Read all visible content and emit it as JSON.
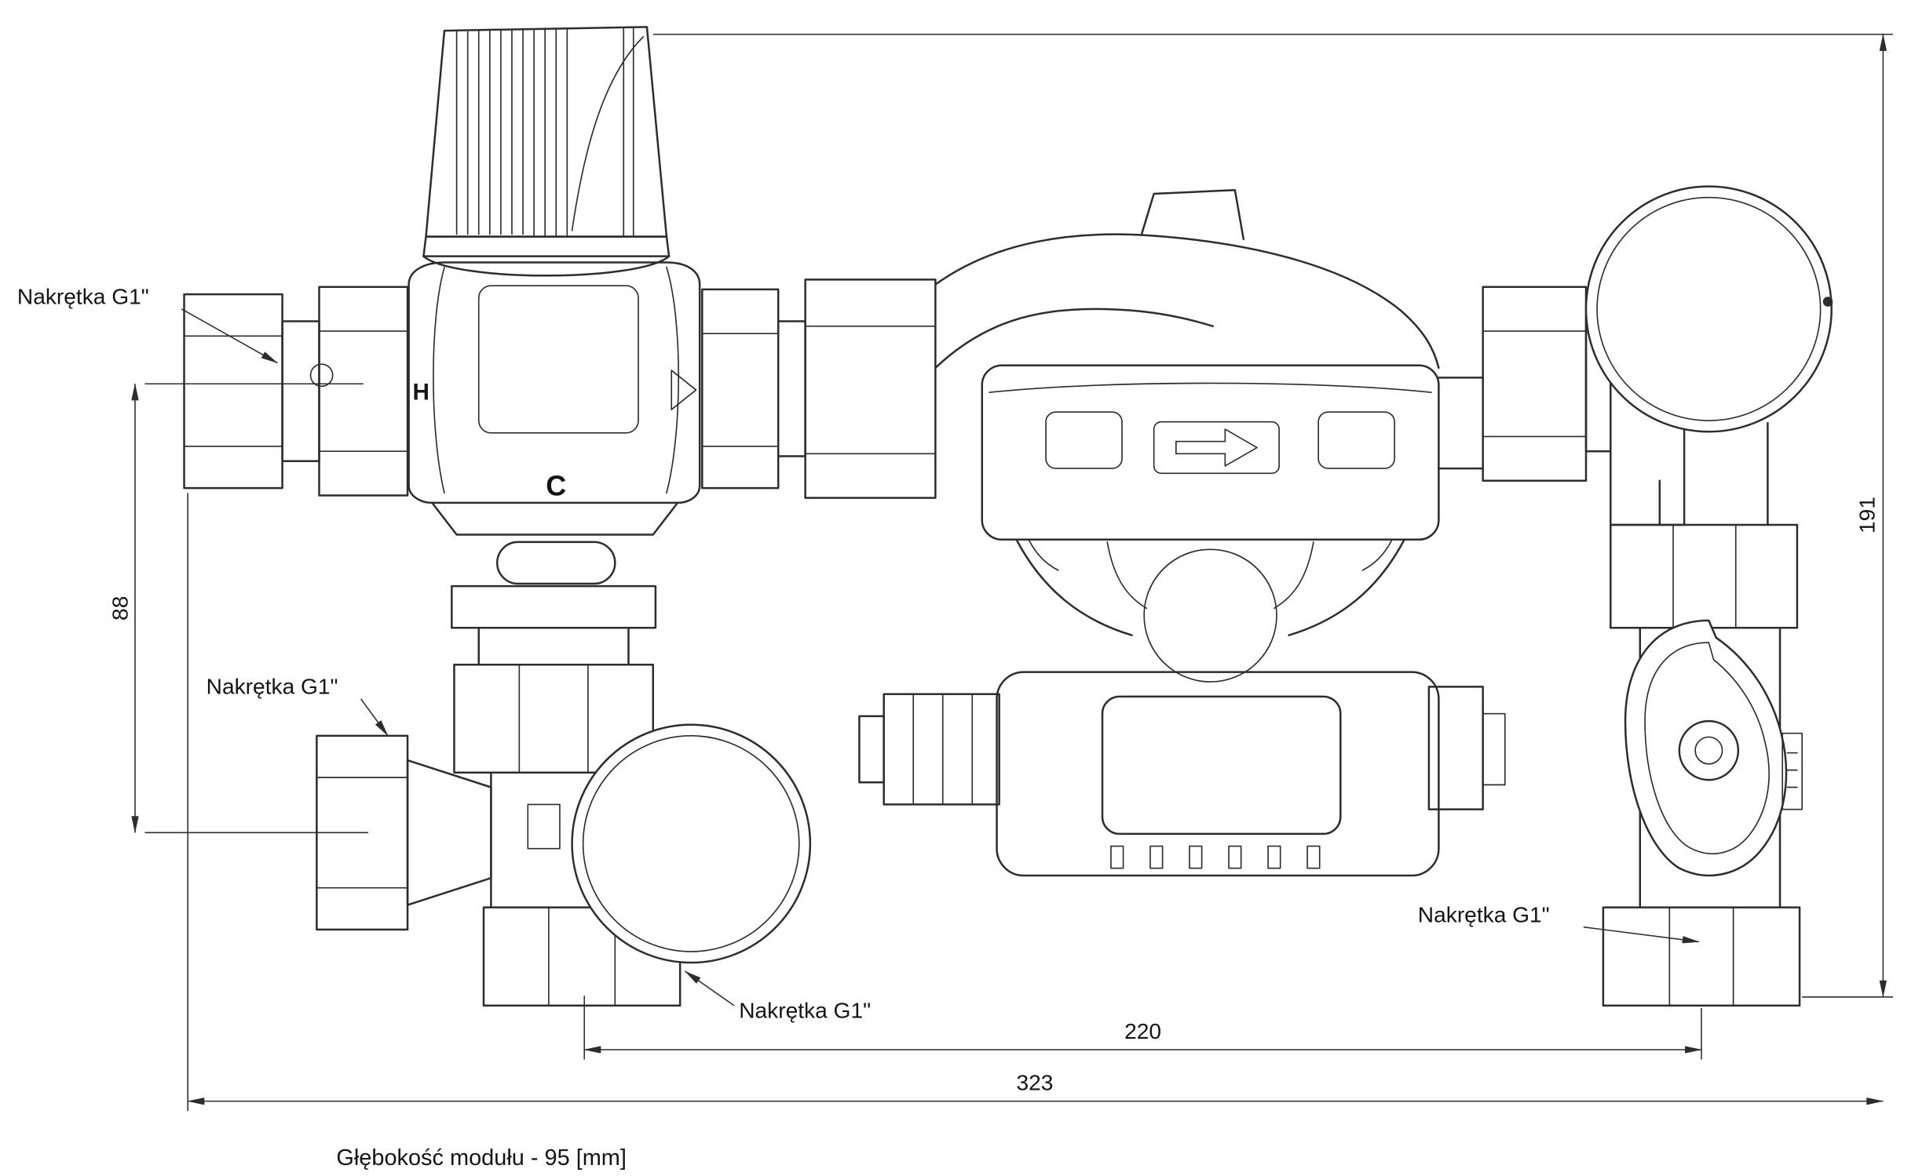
{
  "labels": {
    "nut_g1": "Nakrętka G1\""
  },
  "dimensions": {
    "left_height": "88",
    "right_height": "191",
    "inner_width": "220",
    "total_width": "323"
  },
  "valve_markings": {
    "hot": "H",
    "cold": "C"
  },
  "note": "Głębokość modułu - 95 [mm]",
  "colors": {
    "line": "#2d2d2d",
    "background": "#ffffff"
  }
}
